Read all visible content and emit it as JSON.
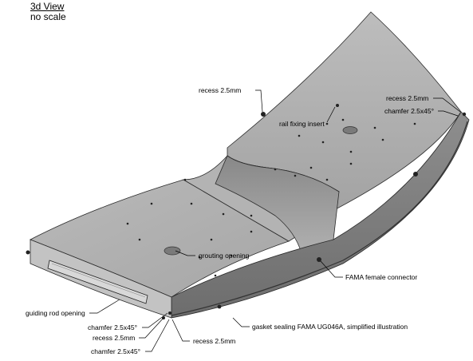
{
  "title": {
    "line1": "3d View",
    "line2": "no scale"
  },
  "labels": {
    "recess_top": "recess 2.5mm",
    "rail_fixing_insert": "rail fixing insert",
    "recess_right": "recess 2.5mm",
    "chamfer_right": "chamfer 2.5x45°",
    "grouting_opening": "grouting opening",
    "fama_female_connector": "FAMA female connector",
    "guiding_rod_opening": "guiding rod opening",
    "chamfer_bottom_1": "chamfer 2.5x45°",
    "recess_bottom": "recess 2.5mm",
    "chamfer_bottom_2": "chamfer 2.5x45°",
    "recess_bottom_right": "recess 2.5mm",
    "gasket_sealing": "gasket sealing FAMA UG046A, simplified illustration"
  }
}
